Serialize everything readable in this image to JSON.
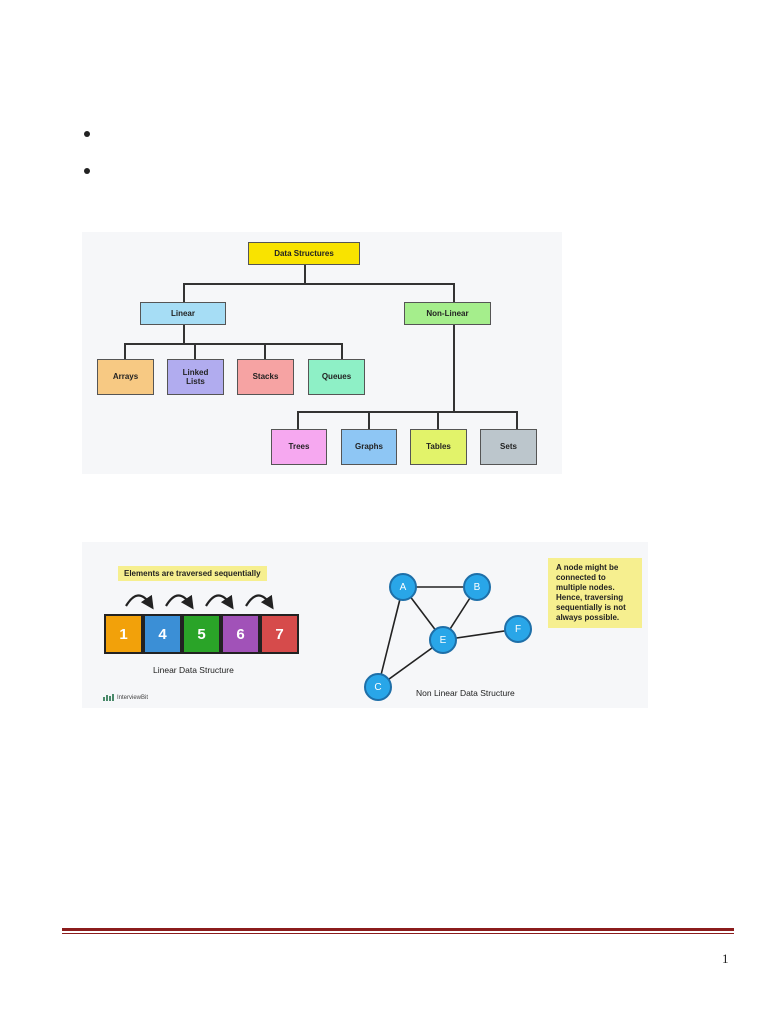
{
  "document": {
    "bullets": [
      "",
      ""
    ],
    "page_number": "1"
  },
  "tree_diagram": {
    "root": "Data Structures",
    "linear": "Linear",
    "nonlinear": "Non-Linear",
    "linear_children": [
      "Arrays",
      "Linked Lists",
      "Stacks",
      "Queues"
    ],
    "nonlinear_children": [
      "Trees",
      "Graphs",
      "Tables",
      "Sets"
    ],
    "colors": {
      "root": "#f9e300",
      "linear": "#a6ddf5",
      "nonlinear": "#a5ee8c",
      "arrays": "#f7c983",
      "linked_lists": "#b1acef",
      "stacks": "#f6a3a3",
      "queues": "#8ef0c6",
      "trees": "#f6a8f0",
      "graphs": "#8ec6f4",
      "tables": "#e2f36a",
      "sets": "#bcc6cc"
    }
  },
  "linear_figure": {
    "annotation": "Elements are traversed sequentially",
    "values": [
      "1",
      "4",
      "5",
      "6",
      "7"
    ],
    "cell_colors": [
      "#f2a10a",
      "#3b8fd6",
      "#2aa428",
      "#a152b8",
      "#d64b4b"
    ],
    "caption": "Linear Data Structure",
    "logo_text": "InterviewBit"
  },
  "nonlinear_figure": {
    "nodes": [
      "A",
      "B",
      "E",
      "F",
      "C"
    ],
    "caption": "Non Linear Data Structure",
    "annotation": "A node might be connected to multiple nodes. Hence, traversing sequentially is not always possible."
  }
}
